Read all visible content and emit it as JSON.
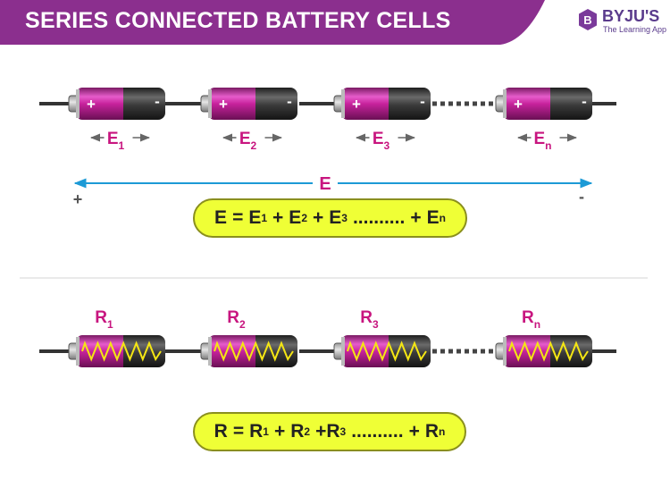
{
  "header": {
    "title": "SERIES CONNECTED BATTERY CELLS",
    "brand_name": "BYJU'S",
    "brand_tagline": "The Learning App",
    "brand_letter": "B"
  },
  "colors": {
    "banner": "#8b2f8e",
    "cell_magenta": "#c8239d",
    "cell_dark": "#3a3a3a",
    "label_magenta": "#c8157f",
    "arrow_blue": "#1c9ad6",
    "formula_fill": "#efff36",
    "resistor_zigzag": "#f4e614"
  },
  "emf_section": {
    "cells": [
      {
        "label": "E",
        "sub": "1",
        "plus": "+",
        "minus": "-"
      },
      {
        "label": "E",
        "sub": "2",
        "plus": "+",
        "minus": "-"
      },
      {
        "label": "E",
        "sub": "3",
        "plus": "+",
        "minus": "-"
      },
      {
        "label": "E",
        "sub": "n",
        "plus": "+",
        "minus": "-"
      }
    ],
    "total_label": "E",
    "total_plus": "+",
    "total_minus": "-",
    "formula": {
      "lhs": "E",
      "eq": "=",
      "terms": [
        {
          "sym": "E",
          "sub": "1"
        },
        {
          "sym": "E",
          "sub": "2"
        },
        {
          "sym": "E",
          "sub": "3"
        }
      ],
      "ellipsis": "..........",
      "last": {
        "sym": "E",
        "sub": "n"
      }
    }
  },
  "resistance_section": {
    "cells": [
      {
        "label": "R",
        "sub": "1"
      },
      {
        "label": "R",
        "sub": "2"
      },
      {
        "label": "R",
        "sub": "3"
      },
      {
        "label": "R",
        "sub": "n"
      }
    ],
    "formula": {
      "lhs": "R",
      "eq": "=",
      "terms": [
        {
          "sym": "R",
          "sub": "1"
        },
        {
          "sym": "R",
          "sub": "2"
        },
        {
          "sym": "R",
          "sub": "3"
        }
      ],
      "ellipsis": "..........",
      "last": {
        "sym": "R",
        "sub": "n"
      }
    }
  }
}
